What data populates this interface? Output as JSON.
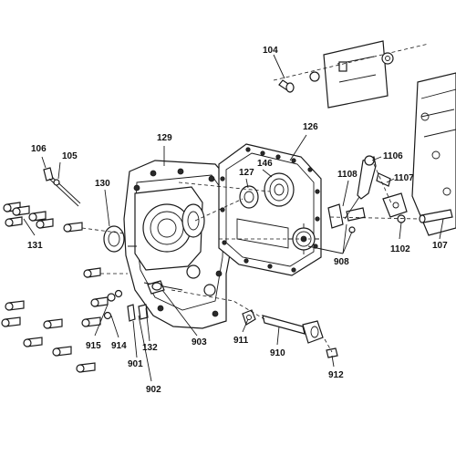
{
  "callouts": [
    {
      "id": "104",
      "text": "104"
    },
    {
      "id": "105",
      "text": "105"
    },
    {
      "id": "106",
      "text": "106"
    },
    {
      "id": "107",
      "text": "107"
    },
    {
      "id": "126",
      "text": "126"
    },
    {
      "id": "127",
      "text": "127"
    },
    {
      "id": "129",
      "text": "129"
    },
    {
      "id": "130",
      "text": "130"
    },
    {
      "id": "131",
      "text": "131"
    },
    {
      "id": "132",
      "text": "132"
    },
    {
      "id": "146",
      "text": "146"
    },
    {
      "id": "901",
      "text": "901"
    },
    {
      "id": "902",
      "text": "902"
    },
    {
      "id": "903",
      "text": "903"
    },
    {
      "id": "908",
      "text": "908"
    },
    {
      "id": "910",
      "text": "910"
    },
    {
      "id": "911",
      "text": "911"
    },
    {
      "id": "912",
      "text": "912"
    },
    {
      "id": "914",
      "text": "914"
    },
    {
      "id": "915",
      "text": "915"
    },
    {
      "id": "1102",
      "text": "1102"
    },
    {
      "id": "1106",
      "text": "1106"
    },
    {
      "id": "1107",
      "text": "1107"
    },
    {
      "id": "1108",
      "text": "1108"
    }
  ]
}
